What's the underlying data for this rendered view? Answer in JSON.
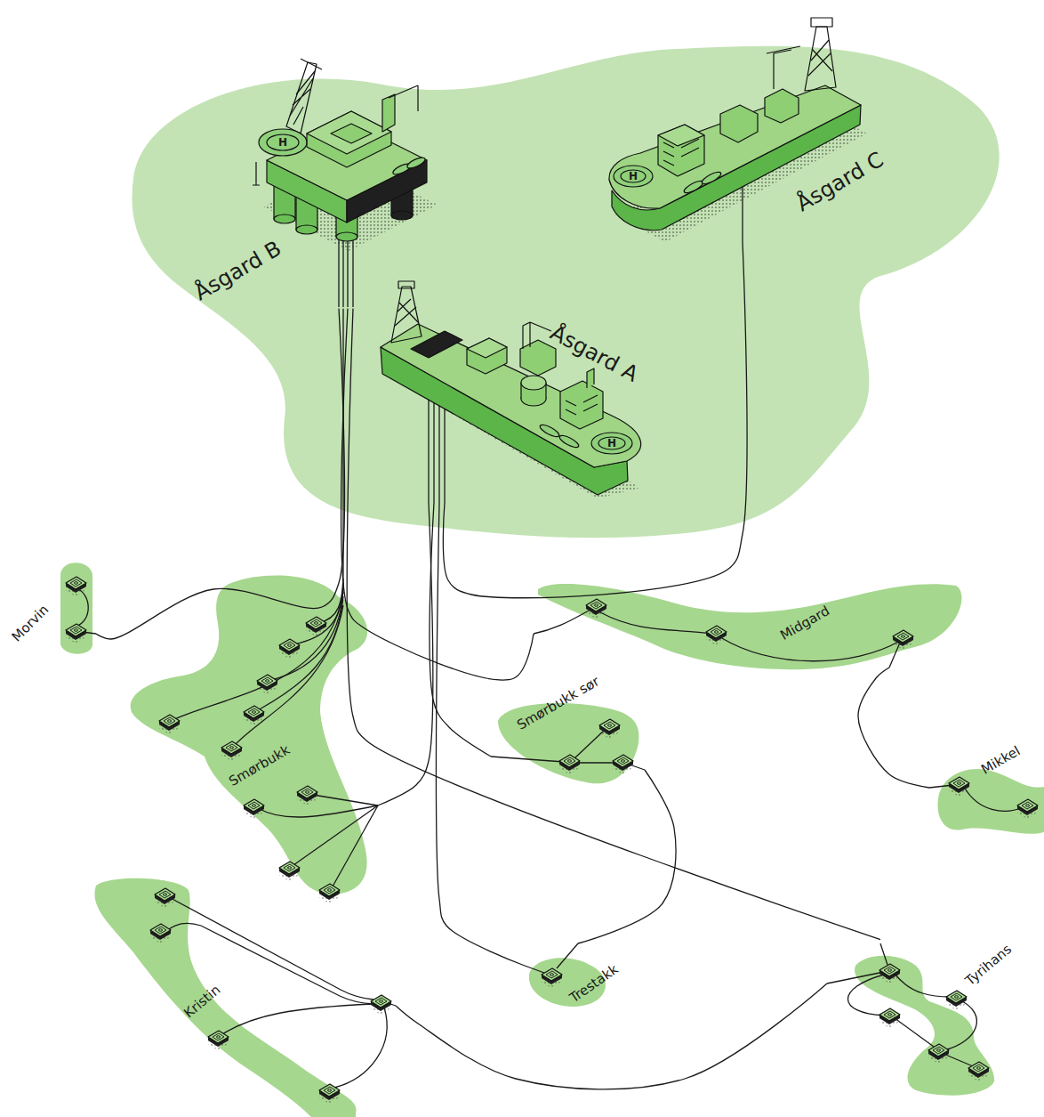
{
  "diagram": {
    "nodes": [
      {
        "text": [
          "Åsgard B"
        ]
      },
      {
        "text": [
          "Åsgard C"
        ]
      },
      {
        "text": [
          "Åsgard A"
        ]
      },
      {
        "text": [
          "Morvin"
        ]
      },
      {
        "text": [
          "Smørbukk"
        ]
      },
      {
        "text": [
          "Smørbukk sør"
        ]
      },
      {
        "text": [
          "Midgard"
        ]
      },
      {
        "text": [
          "Mikkel"
        ]
      },
      {
        "text": [
          "Kristin"
        ]
      },
      {
        "text": [
          "Trestakk"
        ]
      },
      {
        "text": [
          "Tyrihans"
        ]
      }
    ],
    "edges": [
      {
        "from": 1,
        "to": 2,
        "arrow": "none"
      },
      {
        "from": 3,
        "to": 0,
        "arrow": "none"
      },
      {
        "from": 4,
        "to": 0,
        "arrow": "none"
      },
      {
        "from": 6,
        "to": 0,
        "arrow": "none"
      },
      {
        "from": 10,
        "to": 0,
        "arrow": "none"
      },
      {
        "from": 4,
        "to": 2,
        "arrow": "none"
      },
      {
        "from": 5,
        "to": 2,
        "arrow": "none"
      },
      {
        "from": 9,
        "to": 2,
        "arrow": "none"
      },
      {
        "from": 7,
        "to": 6,
        "arrow": "none"
      },
      {
        "from": 5,
        "to": 9,
        "arrow": "none"
      },
      {
        "from": 8,
        "to": 10,
        "arrow": "none"
      }
    ],
    "labels": [
      "H",
      "H",
      "H"
    ]
  }
}
